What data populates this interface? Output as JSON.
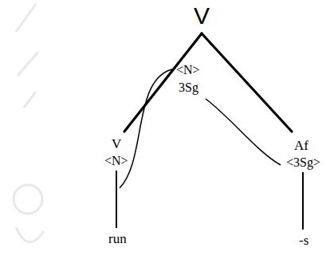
{
  "diagram": {
    "labels": [
      "V",
      "<N>",
      "3Sg",
      "V",
      "<N>",
      "Af",
      "<3Sg>",
      "run",
      "-s"
    ]
  }
}
